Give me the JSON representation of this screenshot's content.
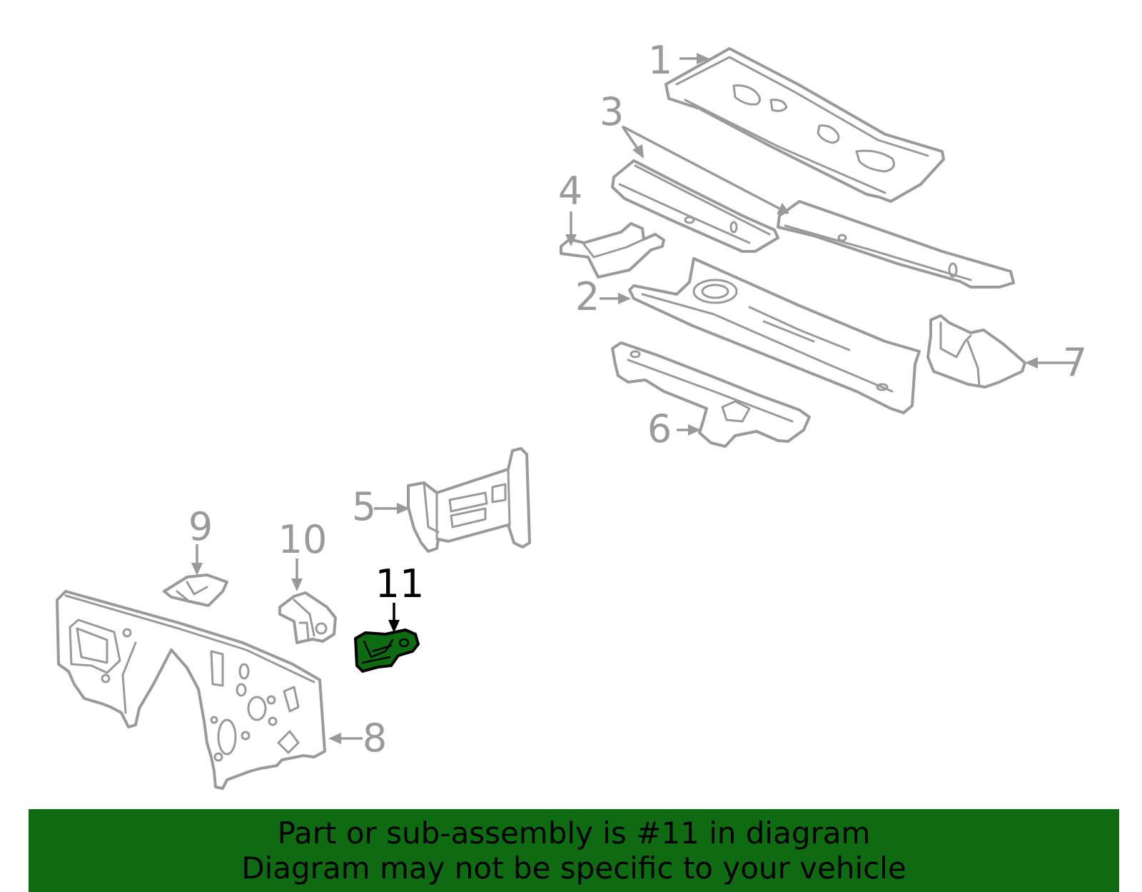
{
  "callouts": {
    "c1": "1",
    "c2": "2",
    "c3": "3",
    "c4": "4",
    "c5": "5",
    "c6": "6",
    "c7": "7",
    "c8": "8",
    "c9": "9",
    "c10": "10",
    "c11": "11"
  },
  "highlighted_part": "11",
  "colors": {
    "highlight": "#0f6b12",
    "line_art": "#9a9a9a",
    "banner_bg": "#0f6b12"
  },
  "banner": {
    "line1": "Part or sub-assembly is #11 in diagram",
    "line2": "Diagram may not be specific to your vehicle"
  }
}
